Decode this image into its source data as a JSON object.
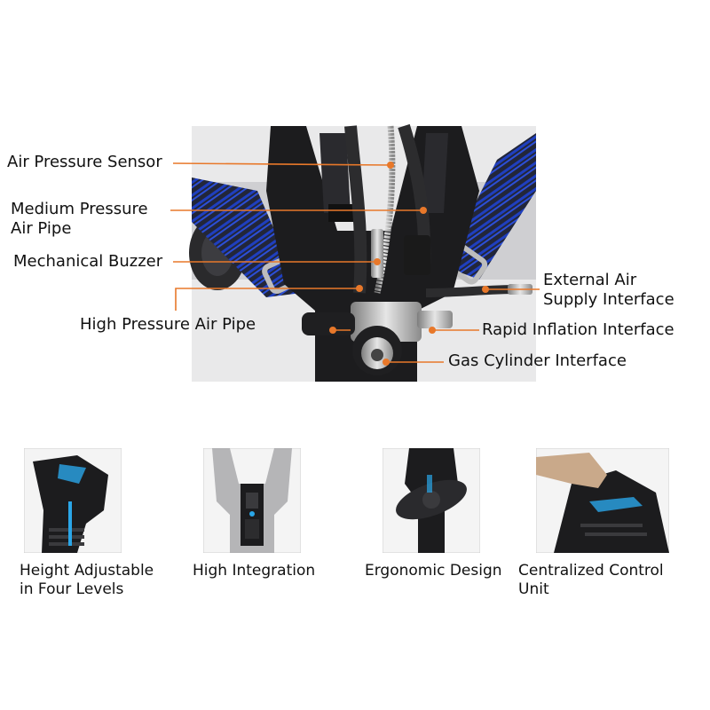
{
  "callouts": {
    "air_pressure_sensor": "Air Pressure Sensor",
    "medium_pressure_air_pipe": "Medium Pressure\nAir Pipe",
    "mechanical_buzzer": "Mechanical Buzzer",
    "high_pressure_air_pipe": "High Pressure Air Pipe",
    "external_air_supply_interface": "External Air\nSupply Interface",
    "rapid_inflation_interface": "Rapid Inflation Interface",
    "gas_cylinder_interface": "Gas Cylinder Interface"
  },
  "features": [
    {
      "caption": "Height Adjustable\nin Four Levels"
    },
    {
      "caption": "High Integration"
    },
    {
      "caption": "Ergonomic Design"
    },
    {
      "caption": "Centralized Control Unit"
    }
  ],
  "colors": {
    "leader_line": "#e8782a",
    "strap_blue": "#1f3fbf",
    "accent_blue": "#2aa6e8",
    "device_dark": "#1c1c1e",
    "metal": "#b8b8b8"
  }
}
